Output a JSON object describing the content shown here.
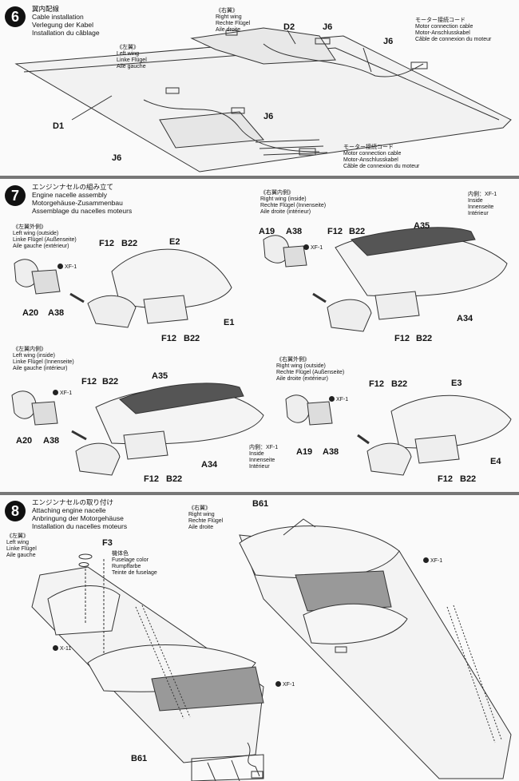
{
  "steps": [
    {
      "number": "6",
      "title": [
        "翼内配線",
        "Cable installation",
        "Verlegung der Kabel",
        "Installation du câblage"
      ],
      "notes": {
        "right_wing": [
          "《右翼》",
          "Right wing",
          "Rechte Flügel",
          "Aile droite"
        ],
        "left_wing": [
          "《左翼》",
          "Left wing",
          "Linke Flügel",
          "Aile gauche"
        ],
        "motor_cable_top": [
          "モーター接続コード",
          "Motor connection cable",
          "Motor-Anschlusskabel",
          "Câble de connexion du moteur"
        ],
        "motor_cable_bottom": [
          "モーター接続コード",
          "Motor connection cable",
          "Motor-Anschlusskabel",
          "Câble de connexion du moteur"
        ]
      },
      "parts": [
        "D2",
        "J6",
        "J6",
        "D1",
        "J6",
        "J6"
      ]
    },
    {
      "number": "7",
      "title": [
        "エンジンナセルの組み立て",
        "Engine nacelle assembly",
        "Motorgehäuse-Zusammenbau",
        "Assemblage du nacelles moteurs"
      ],
      "notes": {
        "lw_outside": [
          "《左翼外側》",
          "Left wing (outside)",
          "Linke Flügel (Außenseite)",
          "Aile gauche (extérieur)"
        ],
        "rw_inside": [
          "《右翼内側》",
          "Right wing (inside)",
          "Rechte Flügel (Innenseite)",
          "Aile droite (intérieur)"
        ],
        "lw_inside": [
          "《左翼内側》",
          "Left wing (inside)",
          "Linke Flügel (Innenseite)",
          "Aile gauche (intérieur)"
        ],
        "rw_outside": [
          "《右翼外側》",
          "Right wing (outside)",
          "Rechte Flügel (Außenseite)",
          "Aile droite (extérieur)"
        ],
        "inside_a": [
          "内側：XF-1",
          "Inside",
          "Innenseite",
          "Intérieur"
        ],
        "inside_b": [
          "内側：XF-1",
          "Inside",
          "Innenseite",
          "Intérieur"
        ]
      },
      "paint": "XF-1",
      "parts": {
        "q1": [
          "F12",
          "B22",
          "E2",
          "A20",
          "A38",
          "E1",
          "F12",
          "B22"
        ],
        "q2": [
          "A19",
          "A38",
          "F12",
          "B22",
          "A35",
          "A34",
          "F12",
          "B22"
        ],
        "q3": [
          "F12",
          "B22",
          "A35",
          "A20",
          "A38",
          "A34",
          "F12",
          "B22"
        ],
        "q4": [
          "F12",
          "B22",
          "E3",
          "A19",
          "A38",
          "E4",
          "F12",
          "B22"
        ]
      }
    },
    {
      "number": "8",
      "title": [
        "エンジンナセルの取り付け",
        "Attaching engine nacelle",
        "Anbringung der Motorgehäuse",
        "Installation du nacelles moteurs"
      ],
      "notes": {
        "left_wing": [
          "《左翼》",
          "Left wing",
          "Linke Flügel",
          "Aile gauche"
        ],
        "right_wing": [
          "《右翼》",
          "Right wing",
          "Rechte Flügel",
          "Aile droite"
        ],
        "fuselage_color": [
          "機体色",
          "Fuselage color",
          "Rumpffarbe",
          "Teinte de fuselage"
        ]
      },
      "paint": "XF-1",
      "parts": [
        "F3",
        "X-11",
        "B61",
        "B61"
      ]
    }
  ]
}
